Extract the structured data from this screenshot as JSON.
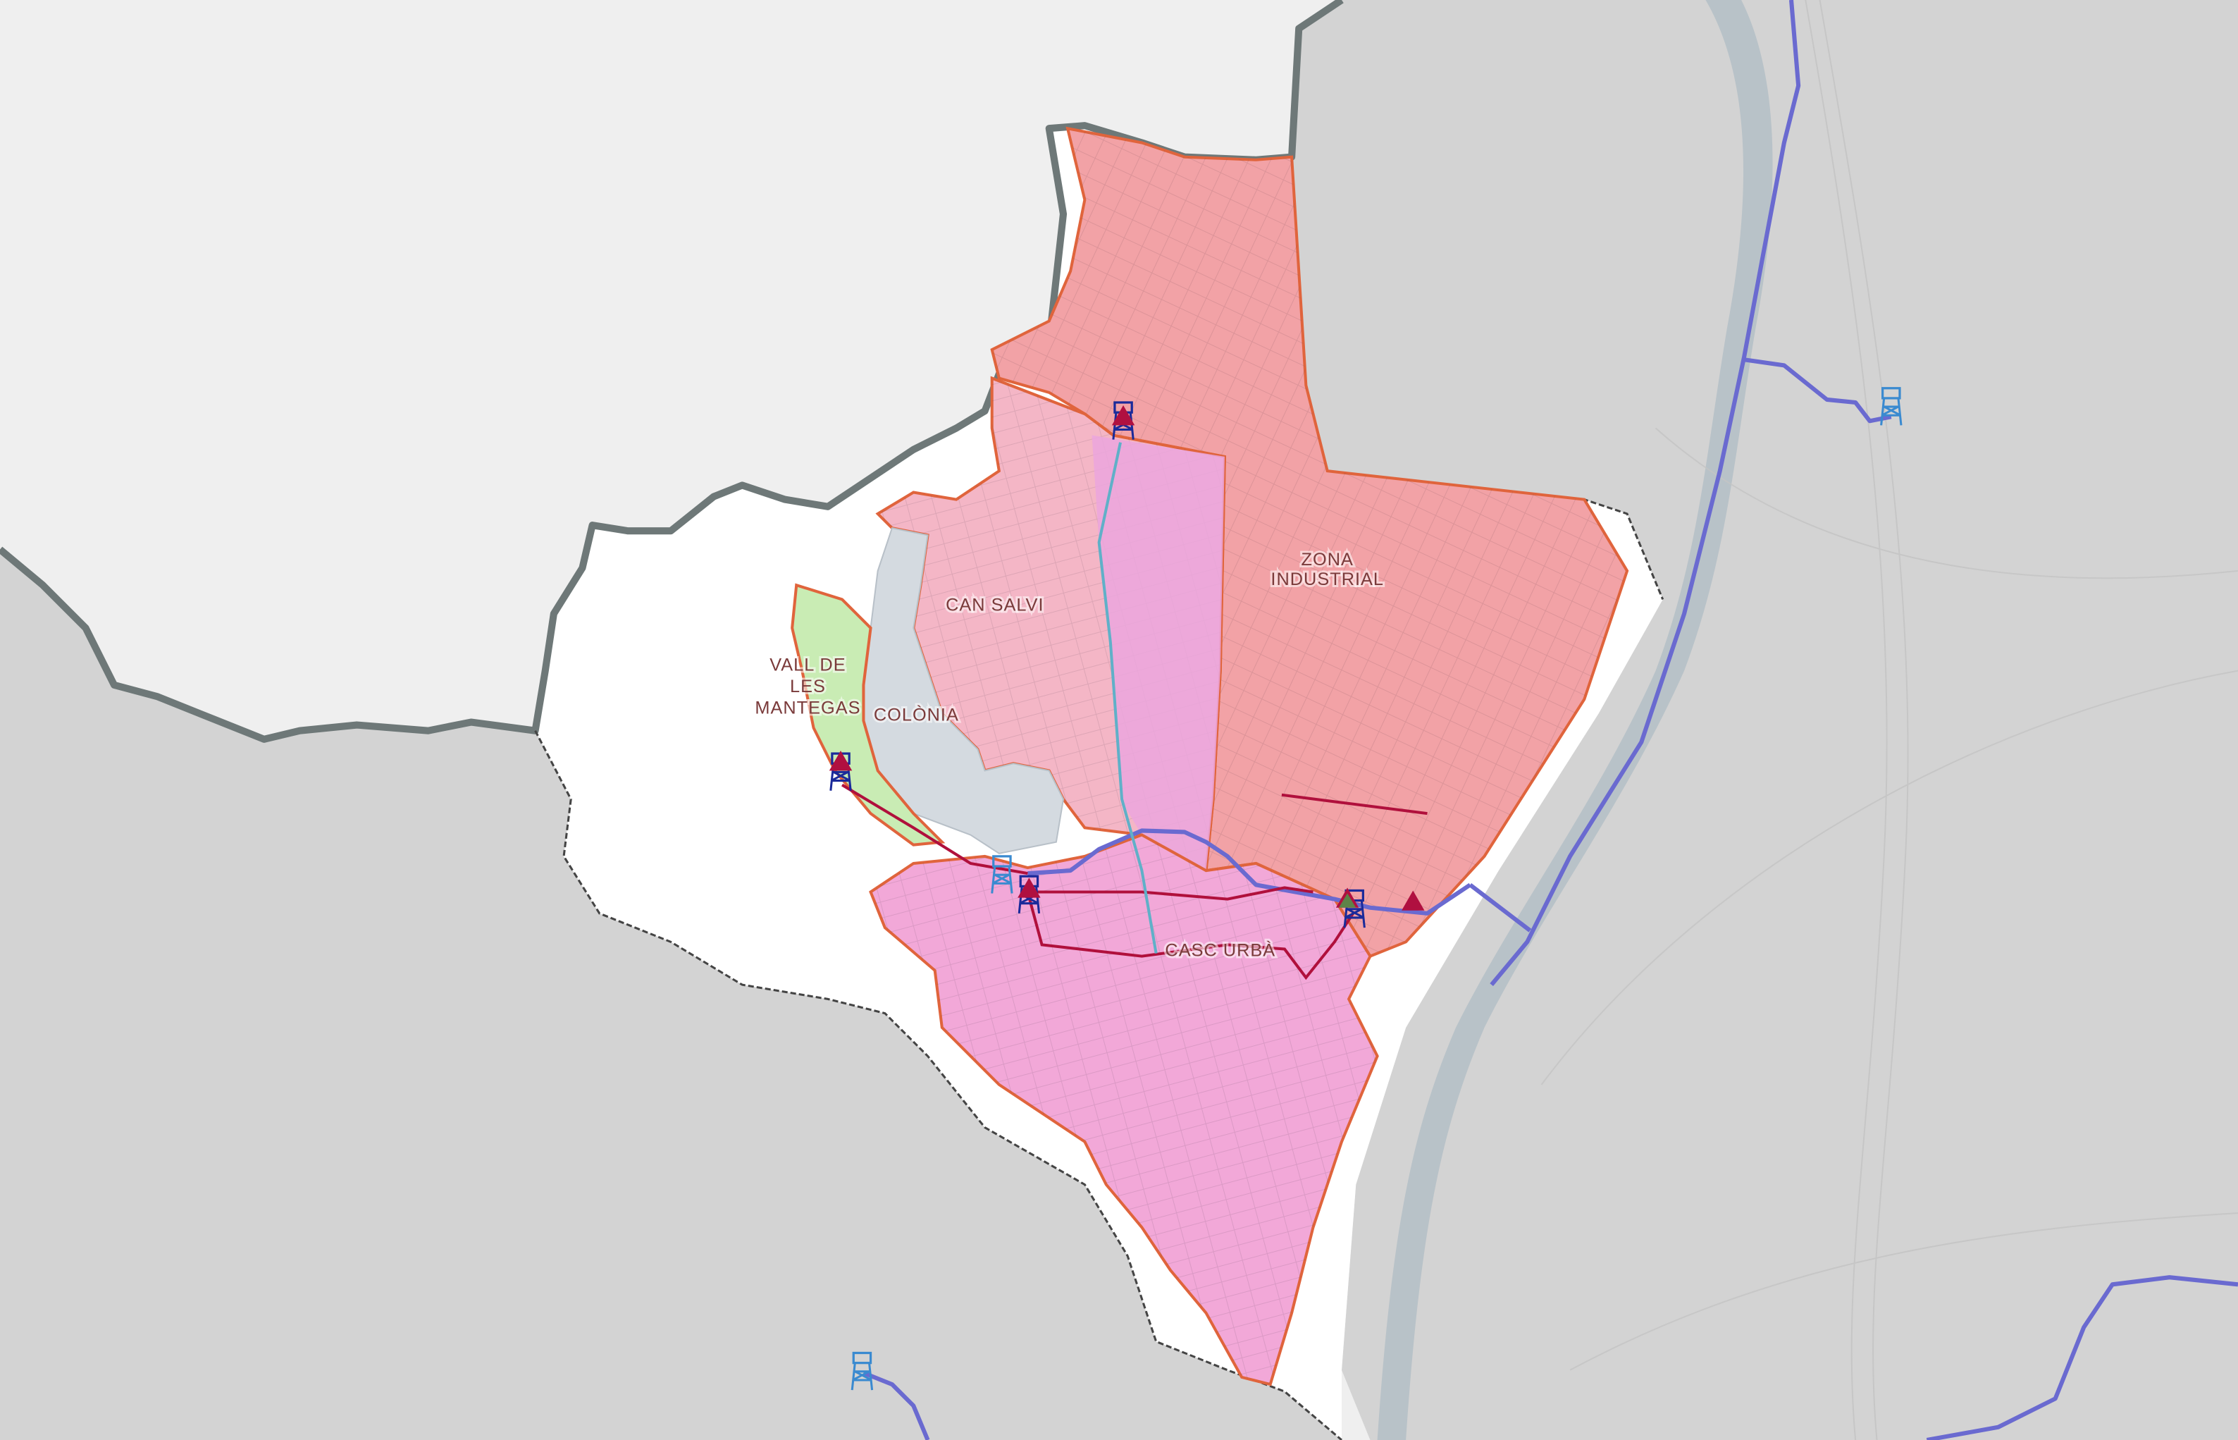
{
  "map": {
    "labels": {
      "zona_industrial_1": "ZONA",
      "zona_industrial_2": "INDUSTRIAL",
      "can_salvi": "CAN SALVI",
      "vall_1": "VALL DE",
      "vall_2": "LES",
      "vall_3": "MANTEGAS",
      "colonia": "COLÒNIA",
      "casc_urba": "CASC URBÀ"
    },
    "colors": {
      "background": "#efefef",
      "terrain_gray": "#d3d3d3",
      "municipality_fill": "#ffffff",
      "outer_boundary": "#6e7878",
      "zona_industrial_fill": "#f2a2a6",
      "zone_outline": "#e0643c",
      "casc_urba_fill": "#f2a8d8",
      "can_salvi_fill": "#f4b6c6",
      "vall_de_les_mantegas_fill": "#c9ecb4",
      "colonia_fill": "#d4dae0",
      "river": "#b3bec6",
      "water_pipe": "#6a6ad0",
      "main_pipe": "#b0103c",
      "water_tower_blue": "#1a2a9a",
      "water_tower_lightblue": "#3a8ad0",
      "tank_marker": "#b01040"
    },
    "icons": [
      "water-tower-icon",
      "triangle-marker-icon"
    ]
  }
}
